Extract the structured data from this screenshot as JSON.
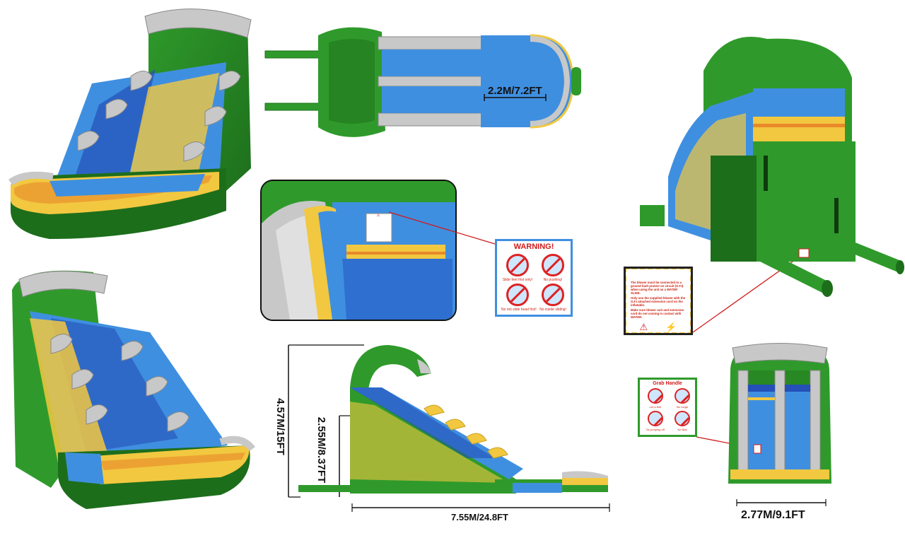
{
  "dimensions": {
    "top_width": "2.2M/7.2FT",
    "total_height": "4.57M/15FT",
    "platform_height": "2.55M/8.37FT",
    "length": "7.55M/24.8FT",
    "front_width": "2.77M/9.1FT"
  },
  "warning_sticker": {
    "title": "WARNING!",
    "items": [
      "Slide feet first only!",
      "No pushing!",
      "No not slide head first!",
      "No inside sliding!"
    ]
  },
  "blower_sticker": {
    "lines": [
      "The blower must be connected to a ground fault protect on circuit (G.F.I) when using the unit as a WATER SLIDE.",
      "Only use the supplied blower with the G.F.I attached extension cord on the inflatable.",
      "Make sure blower unit and extension cord do not coming in contact with WATER."
    ]
  },
  "grab_sticker": {
    "title": "Grab Handle",
    "items": [
      "Let a feet",
      "No rough",
      "No jumping off",
      "No flips"
    ]
  },
  "colors": {
    "green": "#2f9a2b",
    "dark_green": "#1d6e1b",
    "blue": "#3f8fe0",
    "dark_blue": "#2450b8",
    "yellow": "#f2c840",
    "orange": "#e8892a",
    "silver": "#c8c8c8",
    "callout_red": "#d11b1b"
  }
}
